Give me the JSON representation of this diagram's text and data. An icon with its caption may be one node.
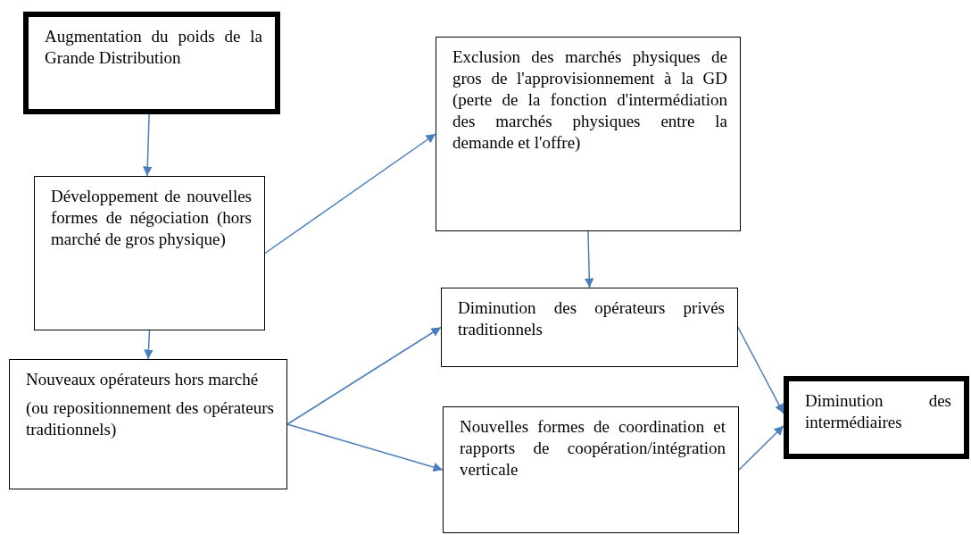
{
  "diagram": {
    "nodes": [
      {
        "text": [
          "Augmentation du poids de la Grande Distribution"
        ]
      },
      {
        "text": [
          "Développement de nouvelles formes de négociation (hors marché de gros physique)"
        ]
      },
      {
        "text": [
          "Nouveaux opérateurs hors marché",
          "(ou repositionnement des opérateurs traditionnels)"
        ]
      },
      {
        "text": [
          "Exclusion des marchés physiques de gros de l'approvisionnement à la GD (perte de la fonction d'intermédiation des marchés physiques entre la demande et l'offre)"
        ]
      },
      {
        "text": [
          "Diminution des opérateurs privés traditionnels"
        ]
      },
      {
        "text": [
          "Nouvelles formes de coordination et rapports de coopération/intégration verticale"
        ]
      },
      {
        "text": [
          "Diminution des intermédiaires"
        ]
      }
    ],
    "edges": [
      {
        "from": 0,
        "to": 1,
        "arrow": "to"
      },
      {
        "from": 1,
        "to": 3,
        "arrow": "to"
      },
      {
        "from": 1,
        "to": 2,
        "arrow": "to"
      },
      {
        "from": 2,
        "to": 4,
        "arrow": "to"
      },
      {
        "from": 2,
        "to": 5,
        "arrow": "to"
      },
      {
        "from": 3,
        "to": 4,
        "arrow": "to"
      },
      {
        "from": 4,
        "to": 6,
        "arrow": "to"
      },
      {
        "from": 5,
        "to": 6,
        "arrow": "to"
      }
    ]
  }
}
